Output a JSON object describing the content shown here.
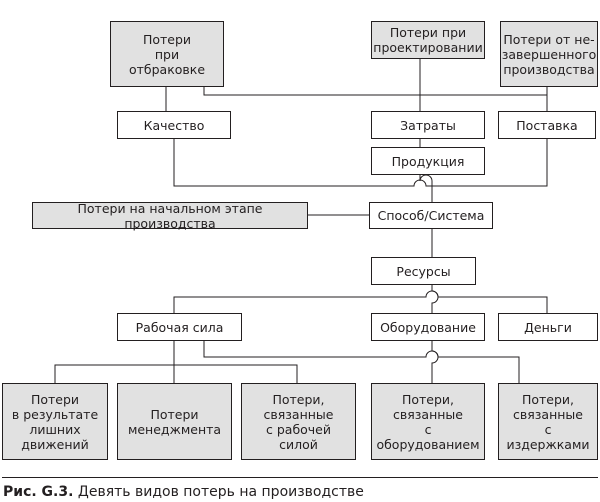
{
  "nodes": {
    "loss_rejects": "Потери\nпри отбраковке",
    "loss_design": "Потери при\nпроектировании",
    "loss_wip": "Потери от не-\nзавершенного\nпроизводства",
    "quality": "Качество",
    "costs": "Затраты",
    "delivery": "Поставка",
    "product": "Продукция",
    "loss_initial": "Потери на начальном этапе производства",
    "method": "Способ/Система",
    "resources": "Ресурсы",
    "labor": "Рабочая сила",
    "equipment": "Оборудование",
    "money": "Деньги",
    "loss_motion": "Потери\nв результате\nлишних\nдвижений",
    "loss_management": "Потери\nменеджмента",
    "loss_labor": "Потери,\nсвязанные\nс рабочей силой",
    "loss_equipment": "Потери,\nсвязанные\nс оборудованием",
    "loss_costs": "Потери,\nсвязанные\nс издержками"
  },
  "caption": {
    "label": "Рис. G.3.",
    "text": "Девять видов потерь на производстве"
  },
  "colors": {
    "line": "#231f20",
    "loss_fill": "#e1e1e1",
    "category_fill": "#ffffff"
  }
}
